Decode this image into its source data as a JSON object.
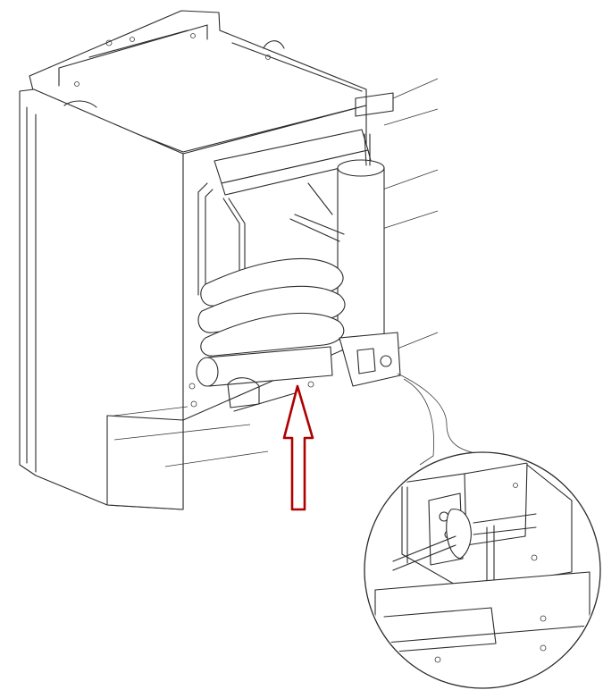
{
  "diagram": {
    "subject": "absorption-refrigerator-rear-view",
    "parts": [
      {
        "id": "cabinet",
        "name": "refrigerator-cabinet"
      },
      {
        "id": "cooling-unit",
        "name": "cooling-unit-coils"
      },
      {
        "id": "boiler",
        "name": "boiler-housing"
      },
      {
        "id": "burner",
        "name": "burner-assembly"
      },
      {
        "id": "detail",
        "name": "burner-detail-magnifier"
      }
    ],
    "callout": {
      "color": "#b00000",
      "direction": "up"
    },
    "line_color": "#2b2b2b"
  }
}
